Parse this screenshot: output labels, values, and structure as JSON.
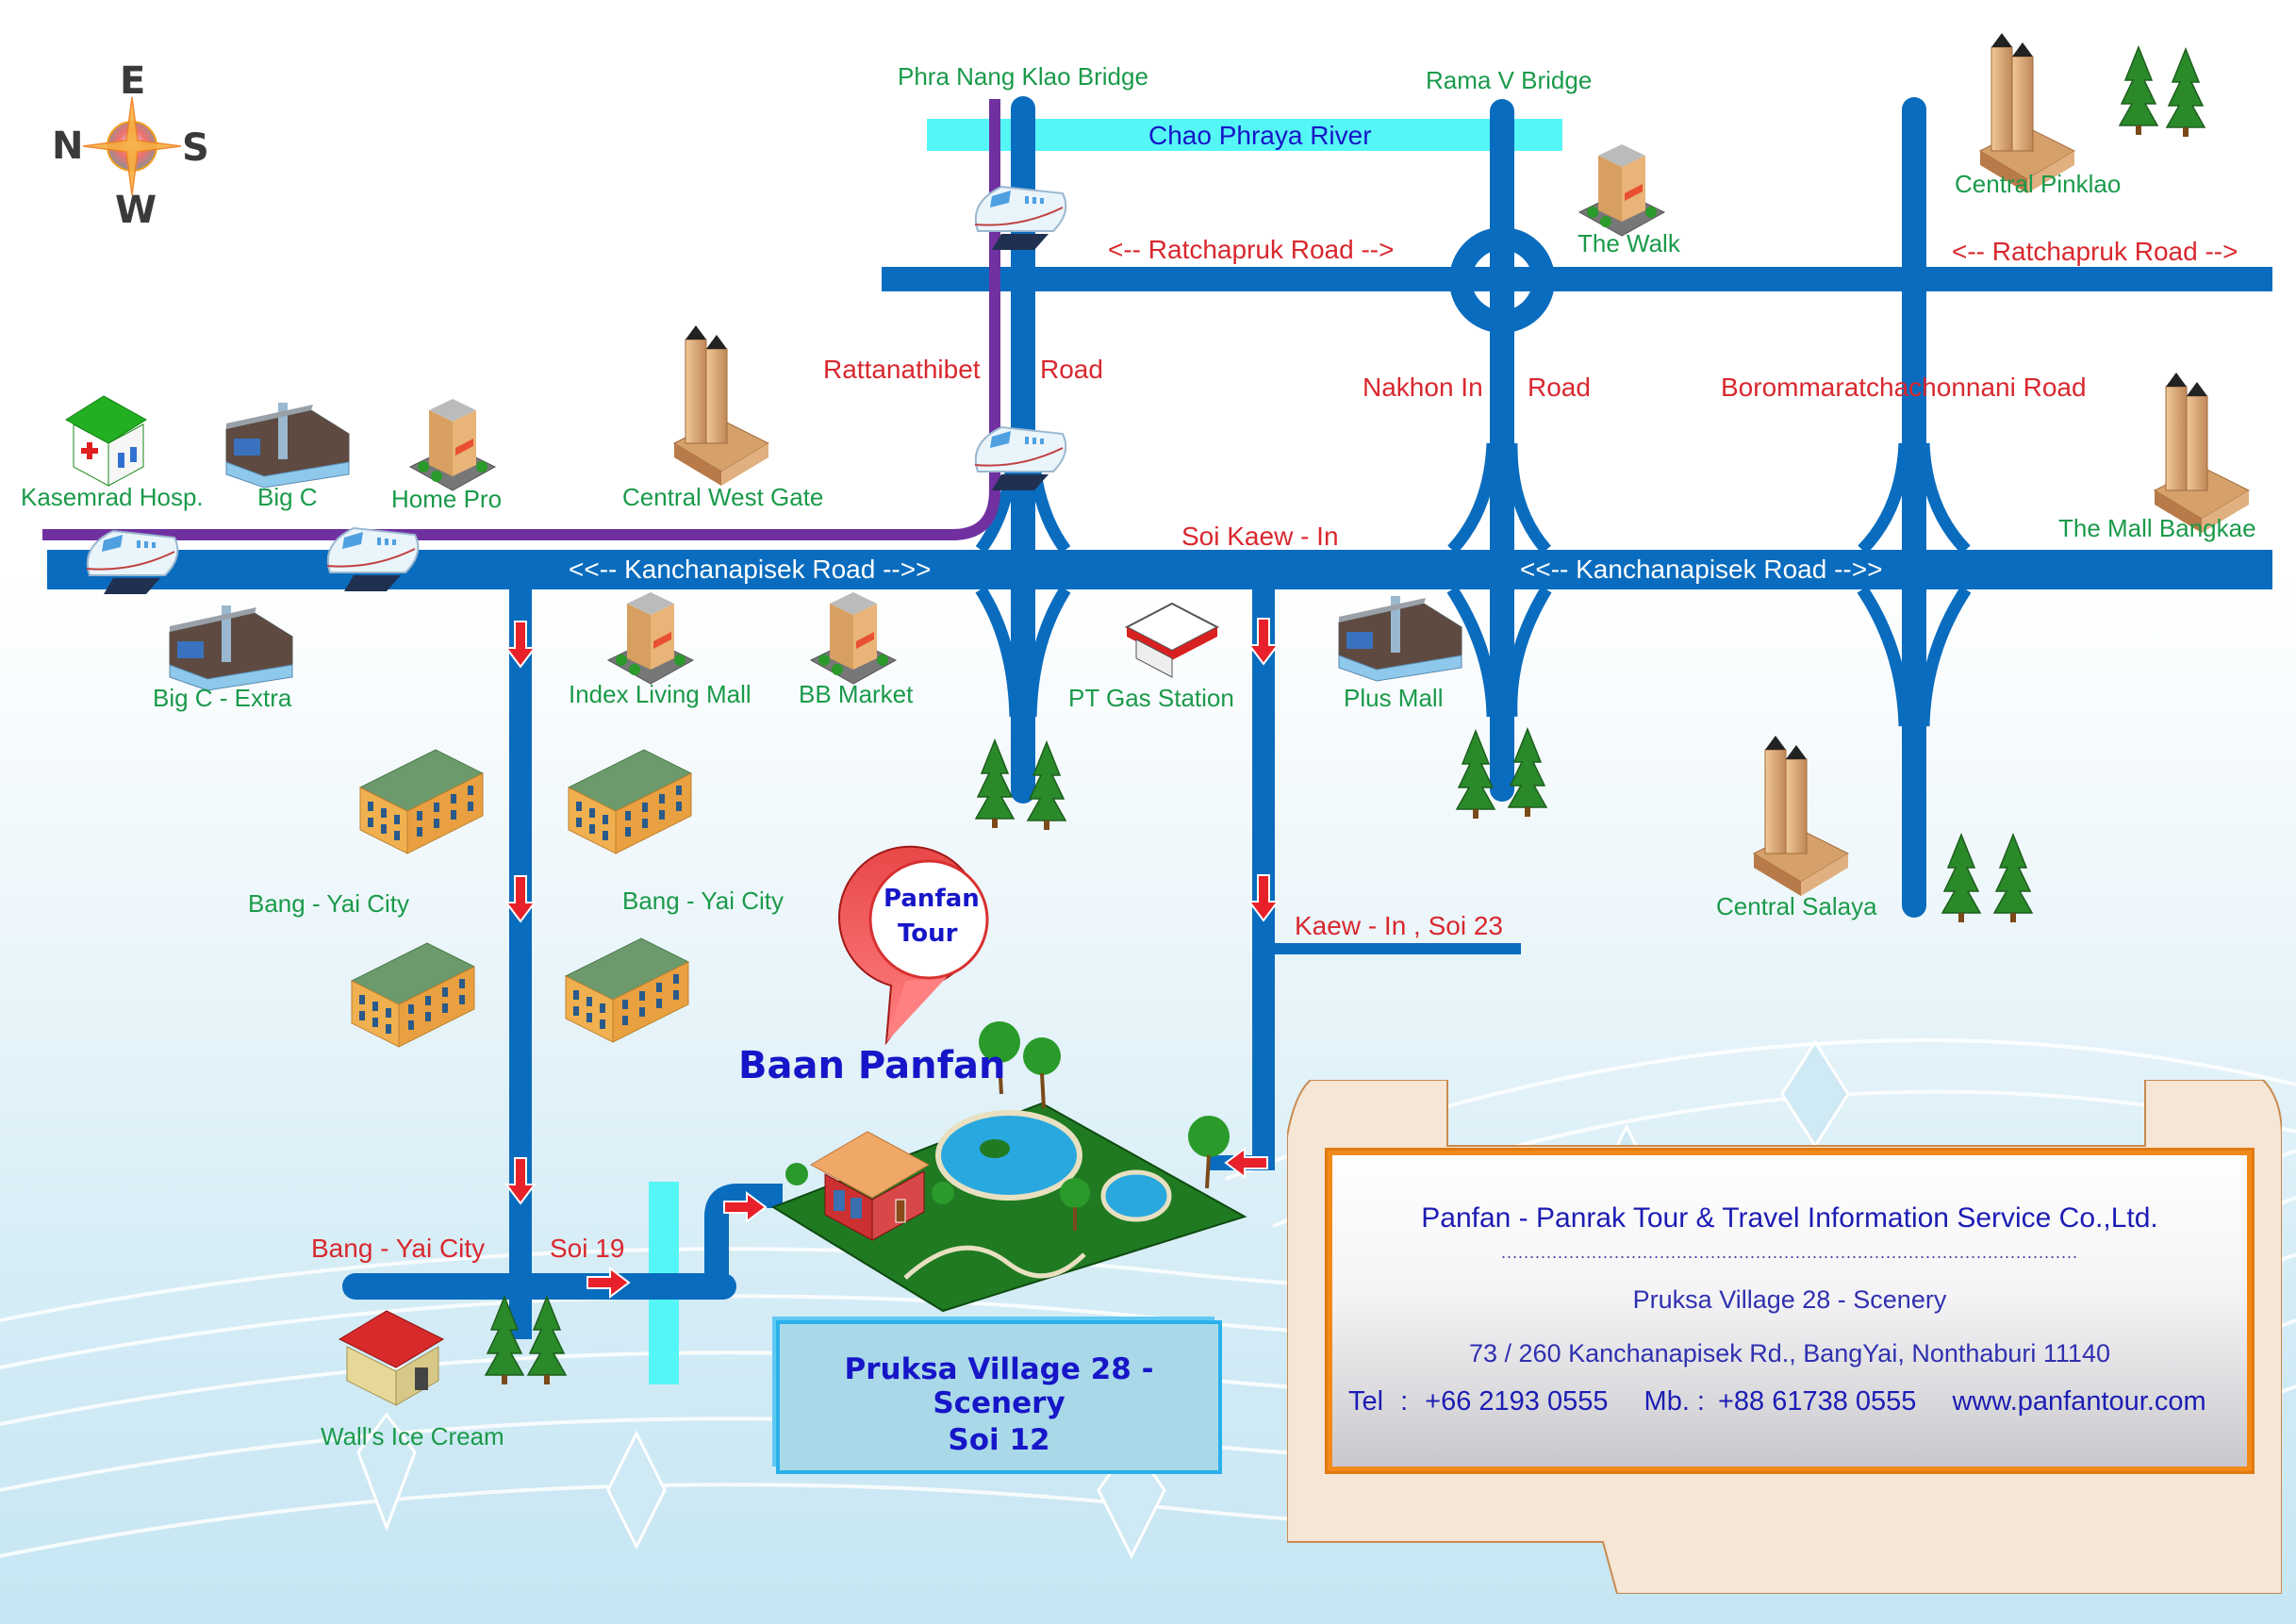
{
  "compass": {
    "north": "N",
    "south": "S",
    "east": "E",
    "west": "W"
  },
  "water": {
    "river": "Chao Phraya River"
  },
  "bridges": [
    "Phra Nang Klao Bridge",
    "Rama V Bridge"
  ],
  "roads": {
    "ratchapruk_left": "<-- Ratchapruk Road -->",
    "ratchapruk_right": "<-- Ratchapruk Road -->",
    "rattanathibet_a": "Rattanathibet",
    "rattanathibet_b": "Road",
    "nakhon_in_a": "Nakhon In",
    "nakhon_in_b": "Road",
    "borommaratchachonnani": "Borommaratchachonnani Road",
    "kanchanapisek_left": "<<-- Kanchanapisek Road -->>",
    "kanchanapisek_right": "<<-- Kanchanapisek Road -->>",
    "soi_kaew_in": "Soi Kaew - In",
    "kaew_in_soi23": "Kaew - In , Soi 23",
    "bang_yai_soi19_a": "Bang - Yai City",
    "bang_yai_soi19_b": "Soi 19"
  },
  "places": {
    "kasemrad": "Kasemrad Hosp.",
    "big_c": "Big C",
    "home_pro": "Home Pro",
    "central_west_gate": "Central West Gate",
    "the_walk": "The Walk",
    "central_pinklao": "Central Pinklao",
    "the_mall_bangkae": "The Mall Bangkae",
    "big_c_extra": "Big C - Extra",
    "index_living_mall": "Index Living Mall",
    "bb_market": "BB Market",
    "pt_gas_station": "PT Gas Station",
    "plus_mall": "Plus Mall",
    "central_salaya": "Central Salaya",
    "bang_yai_city_left": "Bang - Yai City",
    "bang_yai_city_right": "Bang - Yai City",
    "walls_ice_cream": "Wall's Ice Cream"
  },
  "destination": {
    "pin_line1": "Panfan",
    "pin_line2": "Tour",
    "name": "Baan Panfan",
    "box_line1": "Pruksa Village 28 - Scenery",
    "box_line2": "Soi 12"
  },
  "info_card": {
    "company": "Panfan - Panrak Tour & Travel Information Service Co.,Ltd.",
    "divider": "......................................................................................................",
    "village": "Pruksa Village 28 - Scenery",
    "address": "73 / 260  Kanchanapisek Rd., BangYai, Nonthaburi  11140",
    "tel_label": "Tel",
    "tel": "+66 2193 0555",
    "mobile_label": "Mb.",
    "mobile": "+88 61738 0555",
    "website": "www.panfantour.com"
  },
  "colors": {
    "road": "#0a6cbe",
    "rail": "#7030a0",
    "river": "#55f6f6",
    "label_green": "#1a9a4a",
    "label_red": "#d8282e",
    "label_blue": "#1616c8",
    "arrow": "#e8202a"
  }
}
